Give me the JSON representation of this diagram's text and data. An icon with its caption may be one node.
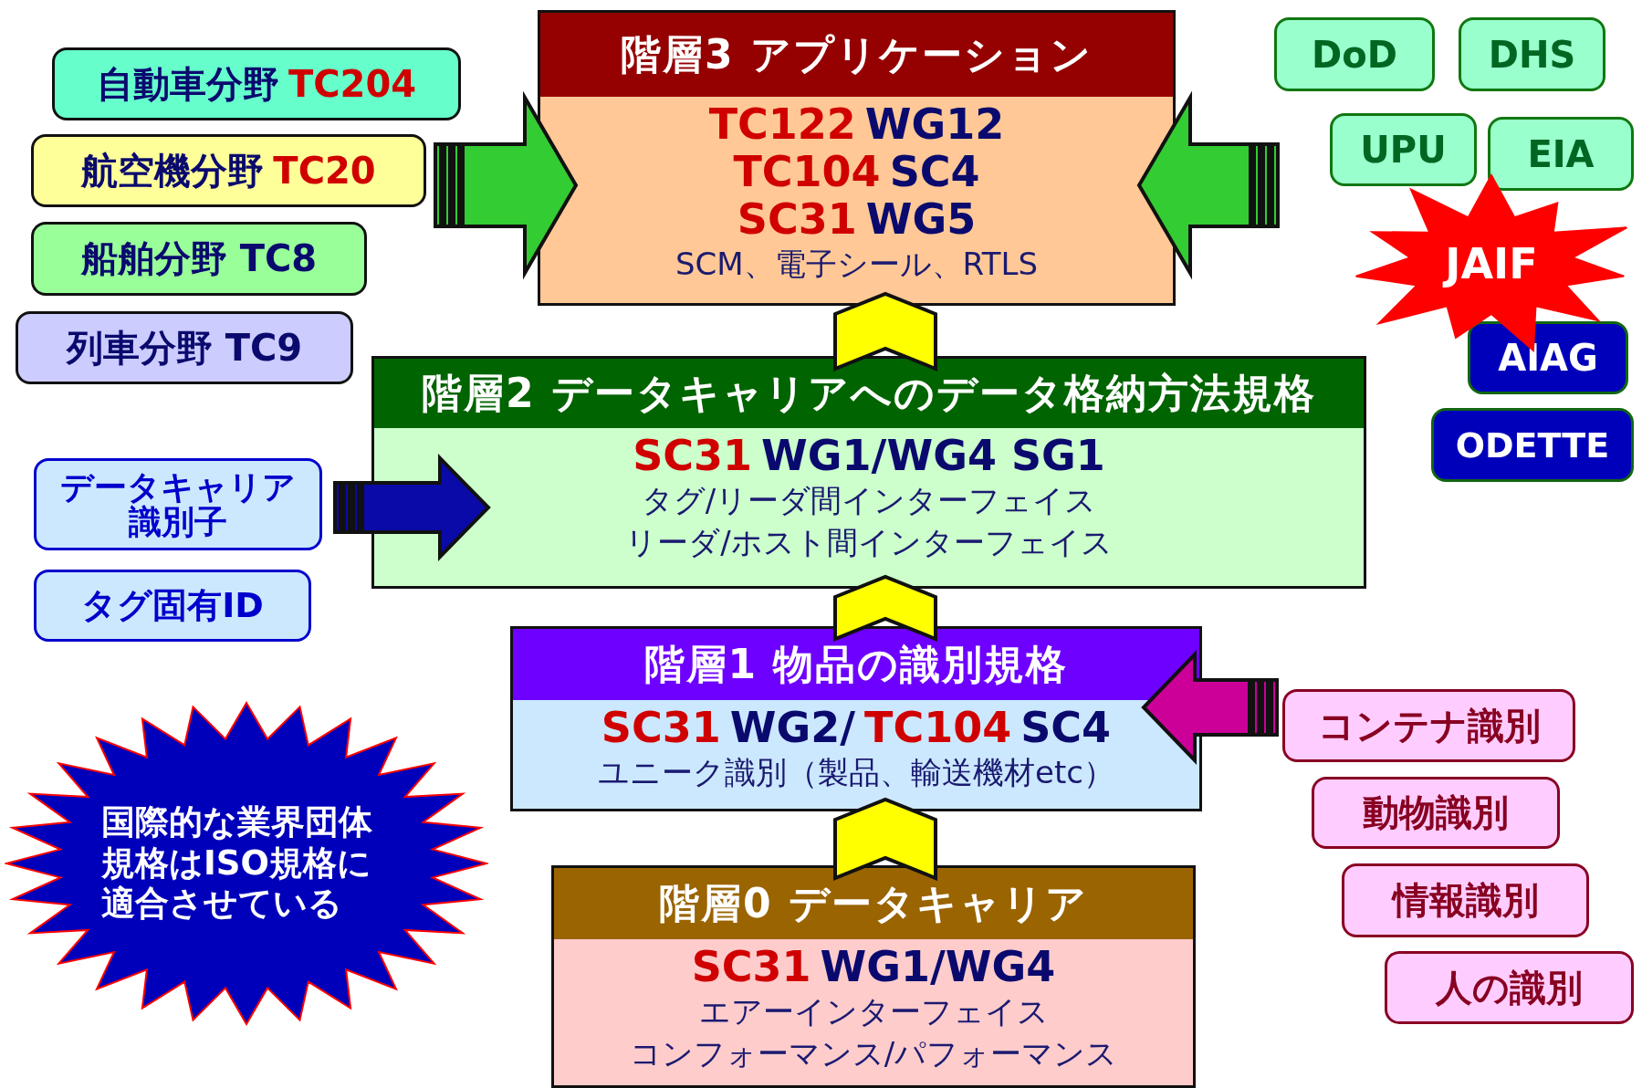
{
  "diagram": {
    "nodes": [
      {
        "text": [
          "自動車分野",
          "TC204"
        ]
      },
      {
        "text": [
          "航空機分野",
          "TC20"
        ]
      },
      {
        "text": [
          "船舶分野 TC8"
        ]
      },
      {
        "text": [
          "列車分野 TC9"
        ]
      },
      {
        "text": [
          "データキャリア識別子"
        ]
      },
      {
        "text": [
          "タグ固有ID"
        ]
      },
      {
        "text": [
          "国際的な業界団体規格はISO規格に適合させている"
        ]
      },
      {
        "text": [
          "階層3 アプリケーション",
          "TC122",
          "WG12",
          "TC104",
          "SC4",
          "SC31",
          "WG5",
          "SCM、電子シール、RTLS"
        ]
      },
      {
        "text": [
          "階層2 データキャリアへのデータ格納方法規格",
          "SC31",
          "WG1/WG4 SG1",
          "タグ/リーダ間インターフェイス",
          "リーダ/ホスト間インターフェイス"
        ]
      },
      {
        "text": [
          "階層1 物品の識別規格",
          "SC31",
          "WG2/",
          "TC104",
          "SC4",
          "ユニーク識別（製品、輸送機材etc）"
        ]
      },
      {
        "text": [
          "階層0 データキャリア",
          "SC31",
          "WG1/WG4",
          "エアーインターフェイス",
          "コンフォーマンス/パフォーマンス"
        ]
      },
      {
        "text": [
          "DoD"
        ]
      },
      {
        "text": [
          "DHS"
        ]
      },
      {
        "text": [
          "UPU"
        ]
      },
      {
        "text": [
          "EIA"
        ]
      },
      {
        "text": [
          "JAIF"
        ]
      },
      {
        "text": [
          "AIAG"
        ]
      },
      {
        "text": [
          "ODETTE"
        ]
      },
      {
        "text": [
          "コンテナ識別"
        ]
      },
      {
        "text": [
          "動物識別"
        ]
      },
      {
        "text": [
          "情報識別"
        ]
      },
      {
        "text": [
          "人の識別"
        ]
      }
    ],
    "edges": [
      {
        "from": null,
        "to": 7,
        "arrow": "to",
        "color": "#33cc33"
      },
      {
        "from": null,
        "to": 7,
        "arrow": "to",
        "color": "#33cc33"
      },
      {
        "from": null,
        "to": 8,
        "arrow": "to",
        "color": "#0a0aa8"
      },
      {
        "from": null,
        "to": 9,
        "arrow": "to",
        "color": "#cc0099"
      },
      {
        "from": 10,
        "to": 9,
        "arrow": "to",
        "color": "#ffff00"
      },
      {
        "from": 9,
        "to": 8,
        "arrow": "to",
        "color": "#ffff00"
      },
      {
        "from": 8,
        "to": 7,
        "arrow": "to",
        "color": "#ffff00"
      }
    ]
  }
}
